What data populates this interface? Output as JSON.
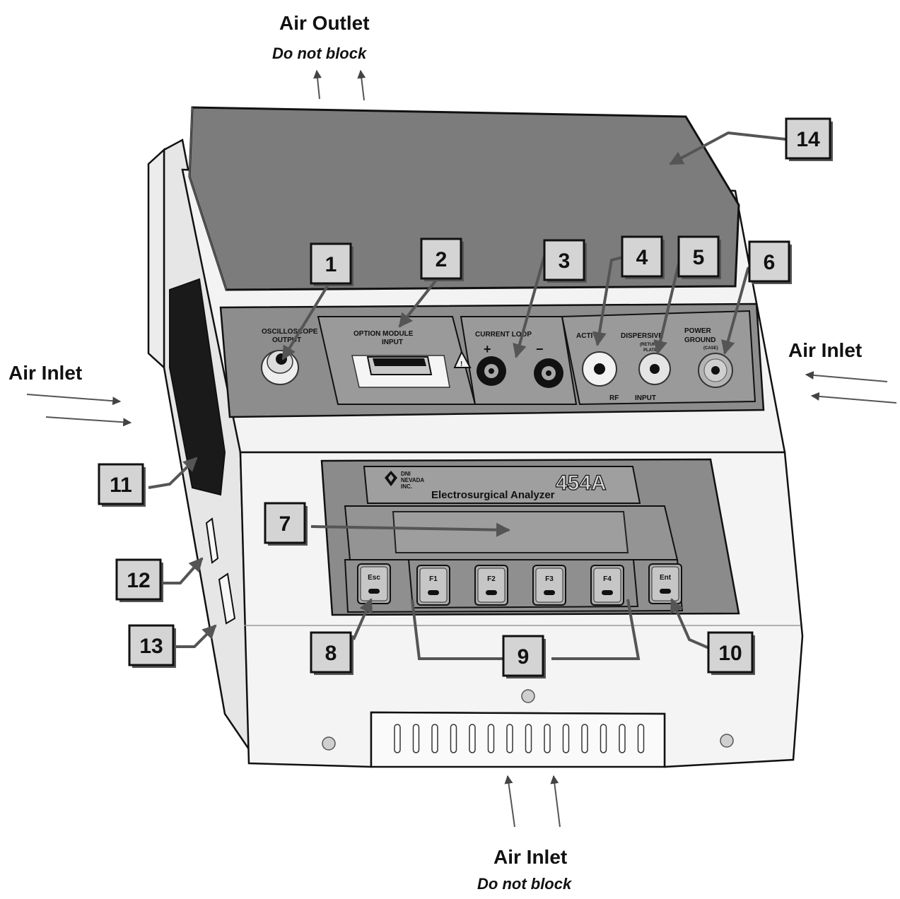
{
  "airflow": {
    "outlet": {
      "title": "Air Outlet",
      "note": "Do not block"
    },
    "inlet_left": {
      "title": "Air Inlet"
    },
    "inlet_right": {
      "title": "Air Inlet"
    },
    "inlet_bottom": {
      "title": "Air Inlet",
      "note": "Do not block"
    }
  },
  "front_panel": {
    "brand": {
      "line1": "DNI",
      "line2": "NEVADA",
      "line3": "INC."
    },
    "model": "454A",
    "product_name": "Electrosurgical Analyzer",
    "keys": [
      "Esc",
      "F1",
      "F2",
      "F3",
      "F4",
      "Ent"
    ]
  },
  "connector_panel": {
    "oscilloscope": {
      "line1": "OSCILLOSCOPE",
      "line2": "OUTPUT"
    },
    "option_module": {
      "line1": "OPTION MODULE",
      "line2": "INPUT"
    },
    "warning_symbol": "!",
    "current_loop": {
      "label": "CURRENT LOOP",
      "plus": "+",
      "minus": "−"
    },
    "active": {
      "label": "ACTIVE"
    },
    "dispersive": {
      "label": "DISPERSIVE",
      "sub1": "(RETURN",
      "sub2": "PLATE)"
    },
    "power_ground": {
      "line1": "POWER",
      "line2": "GROUND",
      "sub": "(CASE)"
    },
    "rf": "RF",
    "input": "INPUT"
  },
  "callouts": [
    "1",
    "2",
    "3",
    "4",
    "5",
    "6",
    "7",
    "8",
    "9",
    "10",
    "11",
    "12",
    "13",
    "14"
  ],
  "colors": {
    "case": "#f2f2f2",
    "panel": "#8c8c8c",
    "lid": "#7f7f7f",
    "callout_box": "#d4d4d4",
    "outline": "#111111"
  }
}
